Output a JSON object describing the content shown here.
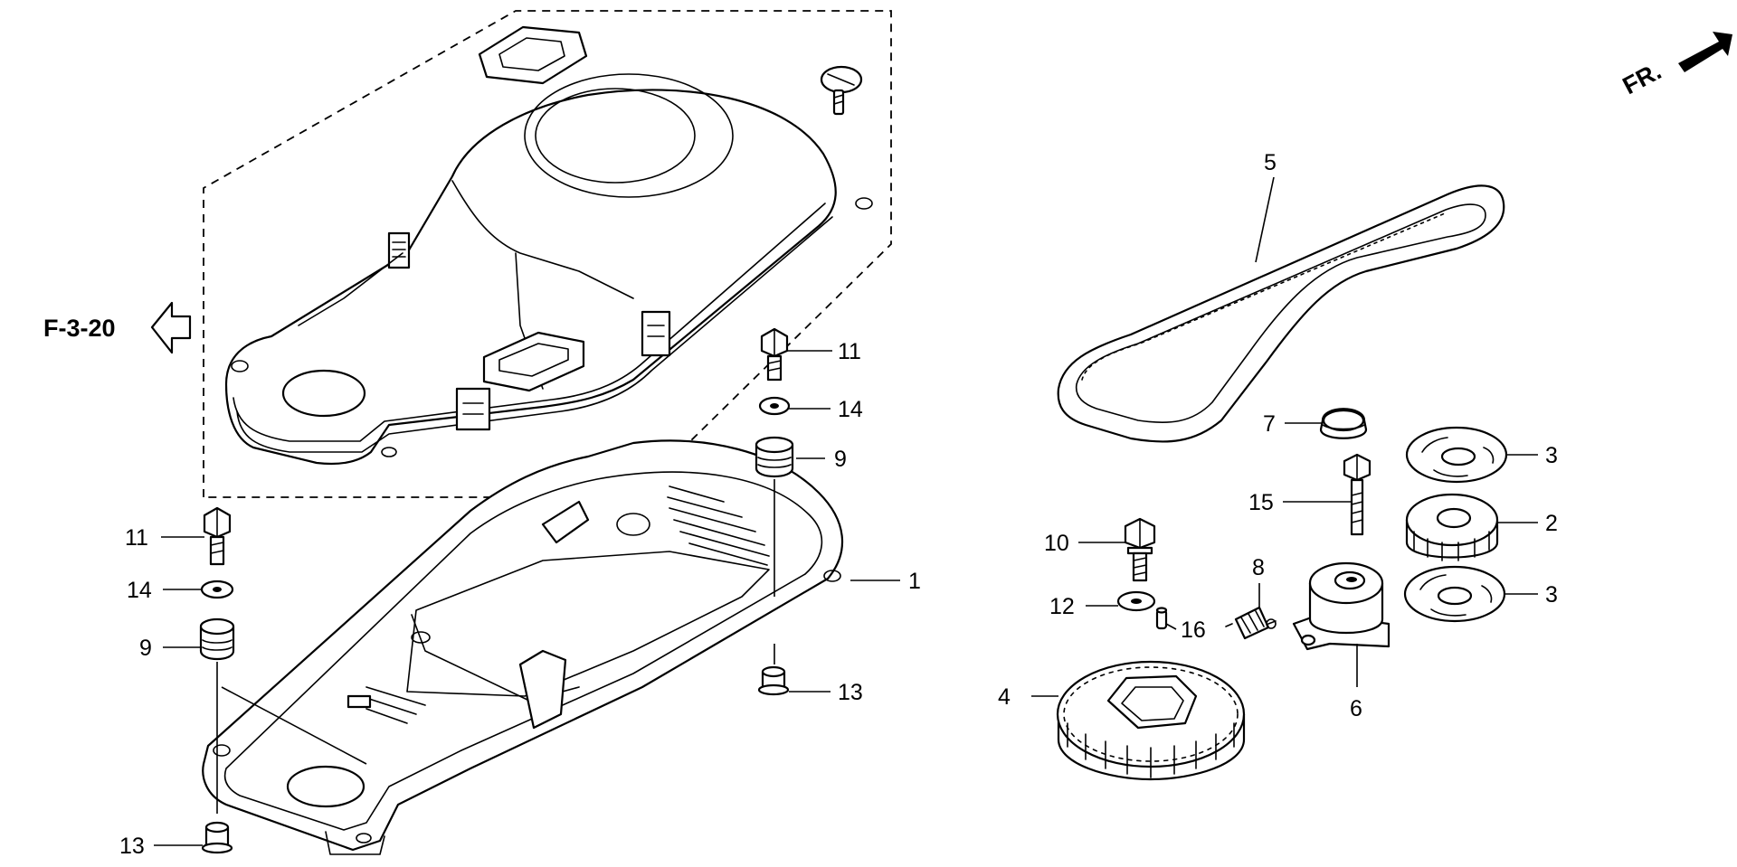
{
  "reference": {
    "label": "F-3-20"
  },
  "orientation": {
    "label": "FR."
  },
  "callouts": {
    "c1": "1",
    "c2": "2",
    "c3a": "3",
    "c3b": "3",
    "c4": "4",
    "c5": "5",
    "c6": "6",
    "c7": "7",
    "c8": "8",
    "c9a": "9",
    "c9b": "9",
    "c10": "10",
    "c11a": "11",
    "c11b": "11",
    "c12": "12",
    "c13a": "13",
    "c13b": "13",
    "c14a": "14",
    "c14b": "14",
    "c15": "15",
    "c16": "16"
  }
}
